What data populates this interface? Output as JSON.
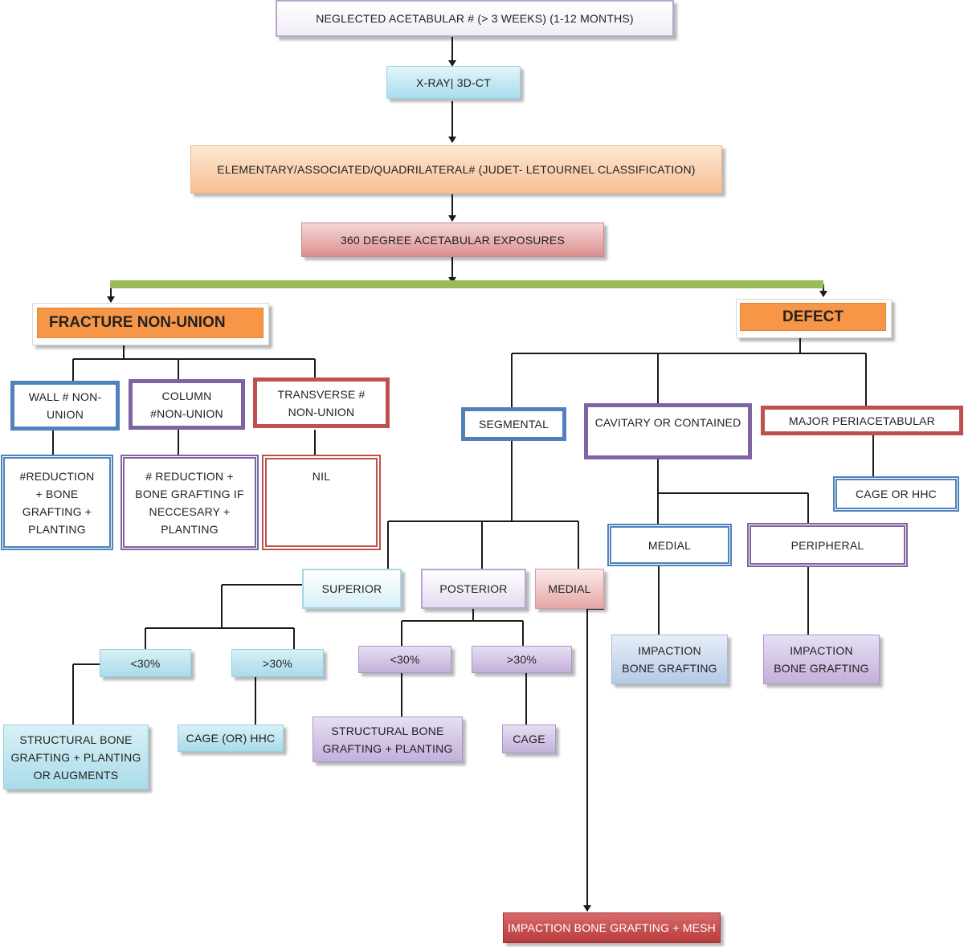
{
  "colors": {
    "connector": "#1a1a1a",
    "branch_bar": "#9bbb59",
    "header_fill": "#f79646",
    "blue_border": "#4f81bd",
    "purple_border": "#8064a2",
    "red_border": "#c0504d"
  },
  "nodes": {
    "neglected": "NEGLECTED ACETABULAR # (> 3 WEEKS) (1-12 MONTHS)",
    "xray": "X-RAY| 3D-CT",
    "classification": "ELEMENTARY/ASSOCIATED/QUADRILATERAL# (JUDET- LETOURNEL CLASSIFICATION)",
    "exposures": "360 DEGREE ACETABULAR EXPOSURES",
    "fracture_nonunion": "FRACTURE NON-UNION",
    "defect": "DEFECT",
    "wall_nonunion": "WALL # NON-\nUNION",
    "column_nonunion": "COLUMN\n#NON-UNION",
    "transverse_nonunion": "TRANSVERSE #\nNON-UNION",
    "wall_treatment": "#REDUCTION\n+ BONE\nGRAFTING +\nPLANTING",
    "column_treatment": "# REDUCTION +\nBONE GRAFTING IF\nNECCESARY +\nPLANTING",
    "transverse_treatment": "NIL",
    "segmental": "SEGMENTAL",
    "cavitary": "CAVITARY OR CONTAINED",
    "major_periacetabular": "MAJOR PERIACETABULAR",
    "cage_or_hhc": "CAGE OR HHC",
    "cavitary_medial": "MEDIAL",
    "cavitary_peripheral": "PERIPHERAL",
    "superior": "SUPERIOR",
    "posterior": "POSTERIOR",
    "segmental_medial": "MEDIAL",
    "superior_lt30": "<30%",
    "superior_gt30": ">30%",
    "posterior_lt30": "<30%",
    "posterior_gt30": ">30%",
    "superior_structural": "STRUCTURAL BONE\nGRAFTING + PLANTING\nOR AUGMENTS",
    "superior_cage": "CAGE (OR) HHC",
    "posterior_structural": "STRUCTURAL BONE\nGRAFTING + PLANTING",
    "posterior_cage": "CAGE",
    "medial_impaction": "IMPACTION\nBONE GRAFTING",
    "peripheral_impaction": "IMPACTION\nBONE GRAFTING",
    "mesh": "IMPACTION BONE GRAFTING + MESH"
  }
}
